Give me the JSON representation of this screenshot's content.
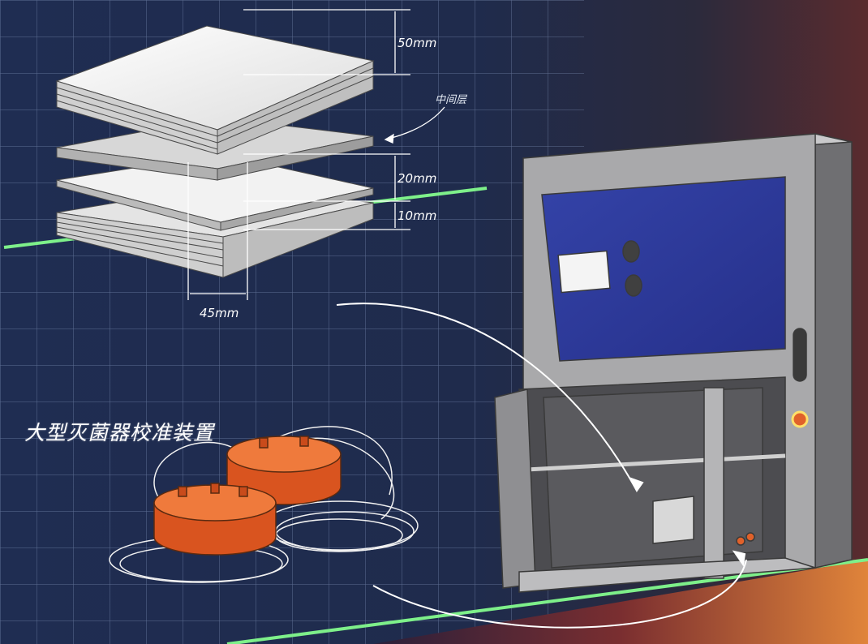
{
  "title": "大型灭菌器校准装置",
  "dimensions": {
    "top_height": "50mm",
    "middle_layer": "中间层",
    "gap_height": "20mm",
    "bottom_height": "10mm",
    "width": "45mm"
  },
  "colors": {
    "background_navy": "#1e2b50",
    "background_right": "#5a2b2e",
    "accent_orange": "#e0843a",
    "grid_line": "#8fa3c9",
    "green_line": "#7ef08a",
    "cabinet_gray": "#a9a9ab",
    "cabinet_panel_blue": "#2f3c9c",
    "device_orange": "#e0612a"
  },
  "icons": {
    "stack": "plate-stack-icon",
    "sterilizer": "sterilizer-cabinet-icon",
    "calibration": "calibration-device-icon"
  }
}
